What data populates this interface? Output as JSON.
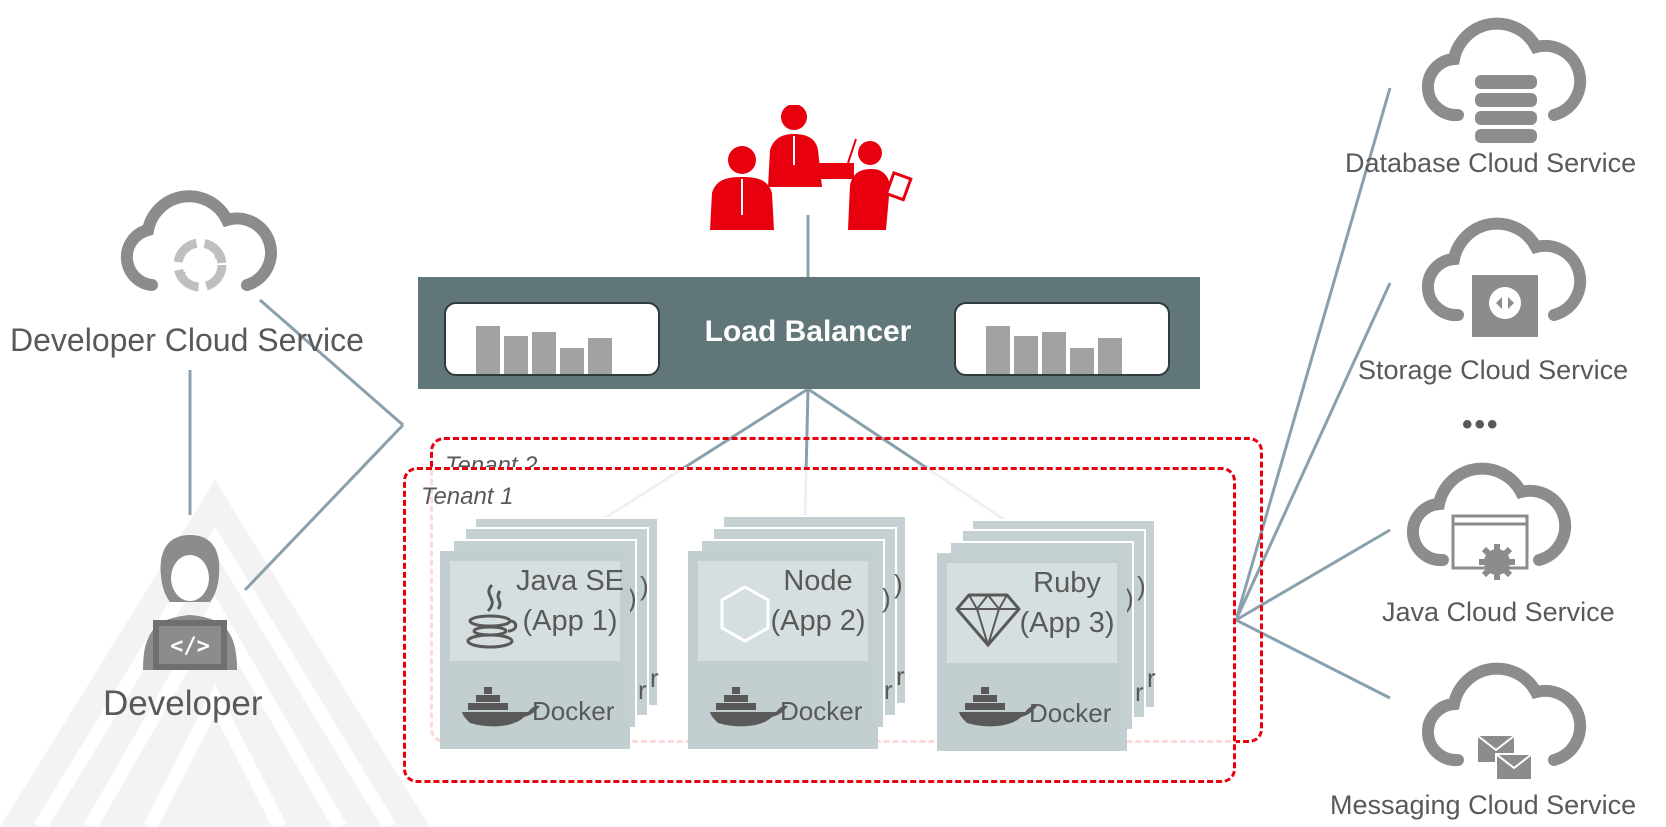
{
  "colors": {
    "accent_red": "#e8000f",
    "connector": "#8aa1ad",
    "balancer": "#607678",
    "cloud_icon": "#8c8c8c",
    "card": "#c3ced0"
  },
  "developer_service": {
    "label": "Developer Cloud Service",
    "icon": "cloud-sync-icon"
  },
  "developer": {
    "label": "Developer",
    "icon": "developer-code-icon"
  },
  "users": {
    "icon": "business-users-icon"
  },
  "load_balancer": {
    "label": "Load Balancer"
  },
  "tenants": [
    {
      "label": "Tenant 2"
    },
    {
      "label": "Tenant 1"
    }
  ],
  "apps": [
    {
      "runtime": "Java SE",
      "app": "(App 1)",
      "icon": "java-icon",
      "container": "Docker"
    },
    {
      "runtime": "Node",
      "app": "(App 2)",
      "icon": "node-hexagon-icon",
      "container": "Docker"
    },
    {
      "runtime": "Ruby",
      "app": "(App 3)",
      "icon": "ruby-gem-icon",
      "container": "Docker"
    }
  ],
  "card_fragments": {
    "paren": ")",
    "r_letter": "r"
  },
  "cloud_services": [
    {
      "label": "Database Cloud Service",
      "icon": "database-cloud-icon"
    },
    {
      "label": "Storage Cloud Service",
      "icon": "storage-cloud-icon"
    },
    {
      "label": "Java Cloud Service",
      "icon": "java-cloud-icon"
    },
    {
      "label": "Messaging Cloud Service",
      "icon": "messaging-cloud-icon"
    }
  ],
  "more_services": {
    "label": "•••"
  }
}
